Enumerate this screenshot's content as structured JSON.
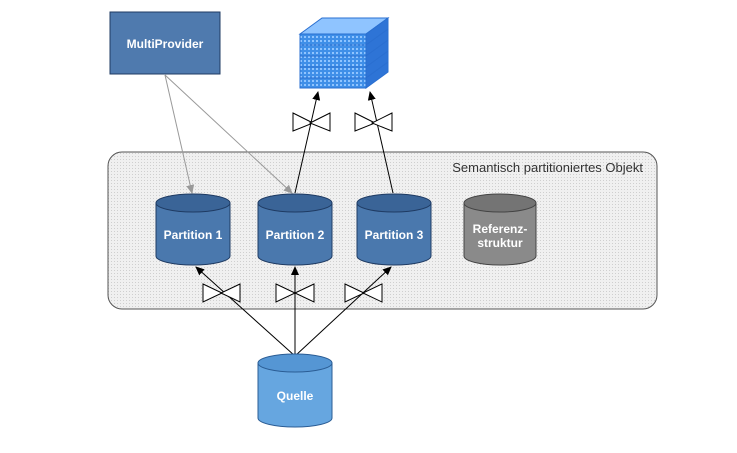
{
  "multiprovider": {
    "label": "MultiProvider"
  },
  "frame": {
    "label": "Semantisch partitioniertes Objekt"
  },
  "partitions": [
    {
      "label": "Partition 1"
    },
    {
      "label": "Partition 2"
    },
    {
      "label": "Partition 3"
    }
  ],
  "reference": {
    "line1": "Referenz-",
    "line2": "struktur"
  },
  "source": {
    "label": "Quelle"
  },
  "colors": {
    "cylinder_blue": "#4a78ad",
    "cylinder_dark": "#2f5687",
    "source_blue": "#66a6e0",
    "reference_gray": "#8a8a8a",
    "frame_fill": "#ececec",
    "cube_blue": "#3f8fe8"
  },
  "icons": {
    "cube": "infocube-icon",
    "valve": "valve-icon"
  }
}
